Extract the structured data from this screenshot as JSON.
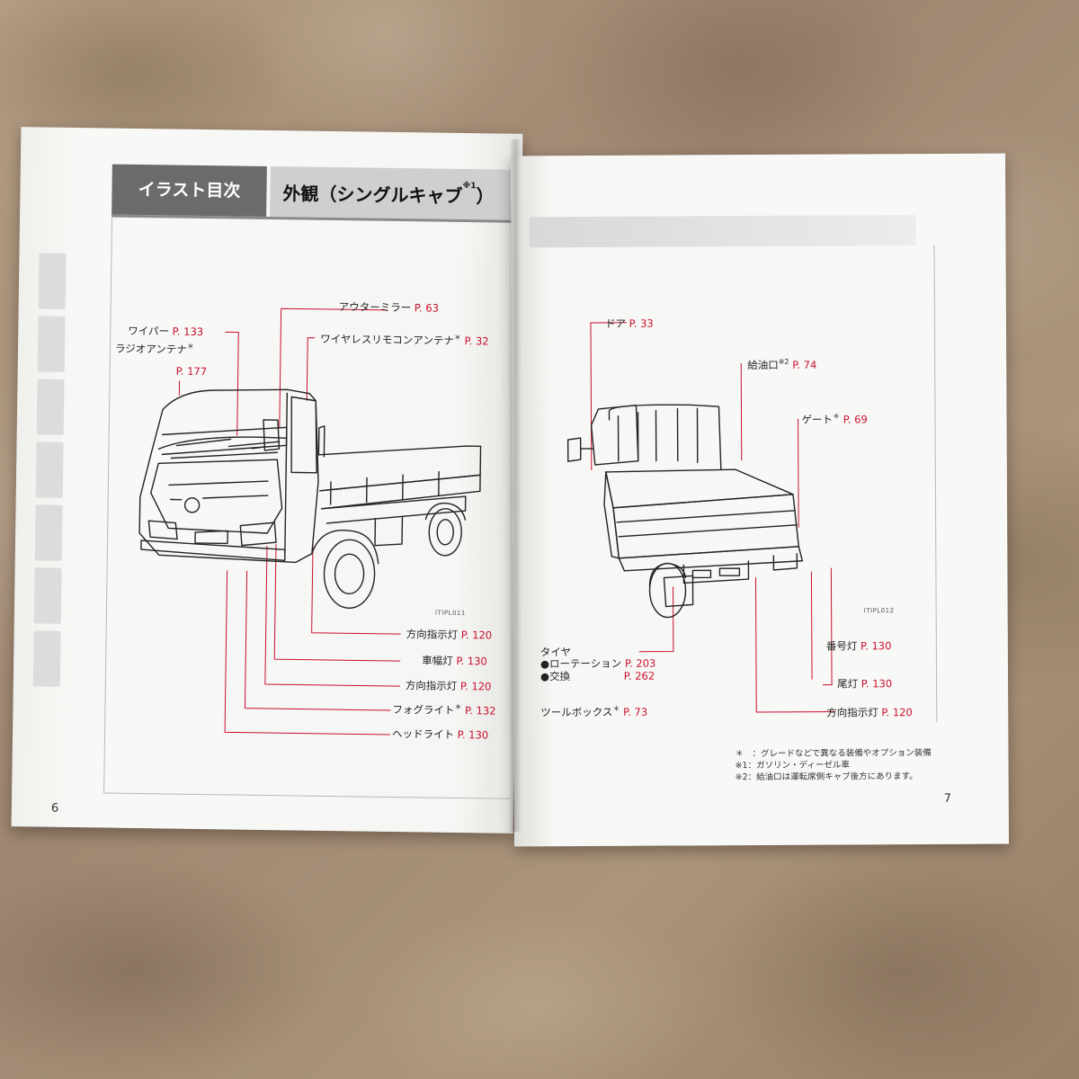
{
  "left_page": {
    "section_tab": "イラスト目次",
    "title": "外観（シングルキャブ",
    "title_sup": "※1",
    "title_close": "）",
    "image_code": "ITIPL011",
    "page_number": "6",
    "callouts": {
      "outer_mirror": {
        "label": "アウターミラー",
        "ref": "P. 63"
      },
      "wiper": {
        "label": "ワイパー",
        "ref": "P. 133"
      },
      "wireless_antenna": {
        "label": "ワイヤレスリモコンアンテナ",
        "sup": "＊",
        "ref": "P. 32"
      },
      "radio_antenna": {
        "label": "ラジオアンテナ",
        "sup": "＊",
        "ref": "P. 177"
      },
      "turn_signal_side": {
        "label": "方向指示灯",
        "ref": "P. 120"
      },
      "clearance_lamp": {
        "label": "車幅灯",
        "ref": "P. 130"
      },
      "turn_signal_front": {
        "label": "方向指示灯",
        "ref": "P. 120"
      },
      "fog_light": {
        "label": "フォグライト",
        "sup": "＊",
        "ref": "P. 132"
      },
      "headlight": {
        "label": "ヘッドライト",
        "ref": "P. 130"
      }
    }
  },
  "right_page": {
    "image_code": "ITIPL012",
    "page_number": "7",
    "callouts": {
      "door": {
        "label": "ドア",
        "ref": "P. 33"
      },
      "fuel_inlet": {
        "label": "給油口",
        "sup": "※2",
        "ref": "P. 74"
      },
      "gate": {
        "label": "ゲート",
        "sup": "＊",
        "ref": "P. 69"
      },
      "tire_title": "タイヤ",
      "tire_rotation": {
        "label": "●ローテーション",
        "ref": "P. 203"
      },
      "tire_replace": {
        "label": "●交換",
        "ref": "P. 262"
      },
      "license_lamp": {
        "label": "番号灯",
        "ref": "P. 130"
      },
      "tail_lamp": {
        "label": "尾灯",
        "ref": "P. 130"
      },
      "tool_box": {
        "label": "ツールボックス",
        "sup": "＊",
        "ref": "P. 73"
      },
      "turn_signal_rear": {
        "label": "方向指示灯",
        "ref": "P. 120"
      }
    },
    "notes": [
      "＊　：グレードなどで異なる装備やオプション装備",
      "※1：ガソリン・ディーゼル車",
      "※2：給油口は運転席側キャブ後方にあります。"
    ]
  },
  "colors": {
    "reference_red": "#c8102e",
    "tab_dark": "#6b6b6b",
    "tab_light": "#cfcfcf"
  }
}
